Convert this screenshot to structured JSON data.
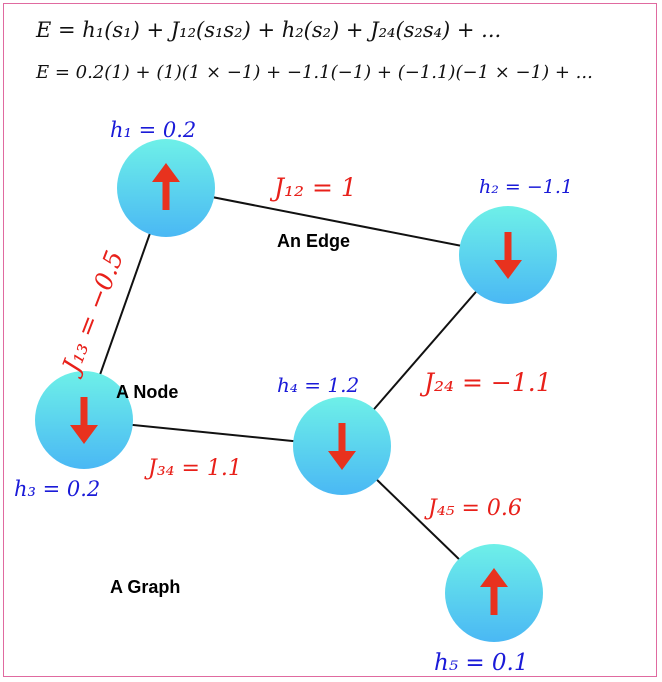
{
  "equations": {
    "line1": "E = h₁(s₁) + J₁₂(s₁s₂) + h₂(s₂) + J₂₄(s₂s₄) + ...",
    "line2": "E = 0.2(1) + (1)(1 × −1) + −1.1(−1) + (−1.1)(−1 × −1) + ..."
  },
  "annotations": {
    "edge": "An Edge",
    "node": "A Node",
    "graph": "A Graph"
  },
  "colors": {
    "node_fill_top": "#6ef0e8",
    "node_fill_bottom": "#4ab8f4",
    "arrow": "#e8321e",
    "field_label": "#1a1ad8",
    "coupling_label": "#e8201a",
    "edge_line": "#111111",
    "frame": "#e06aa0"
  },
  "nodes": [
    {
      "id": "s1",
      "spin": "up",
      "field_label": "h₁ = 0.2"
    },
    {
      "id": "s2",
      "spin": "down",
      "field_label": "h₂ = −1.1"
    },
    {
      "id": "s3",
      "spin": "down",
      "field_label": "h₃ = 0.2"
    },
    {
      "id": "s4",
      "spin": "down",
      "field_label": "h₄ = 1.2"
    },
    {
      "id": "s5",
      "spin": "up",
      "field_label": "h₅ = 0.1"
    }
  ],
  "edges": [
    {
      "id": "e12",
      "from": "s1",
      "to": "s2",
      "label": "J₁₂ = 1"
    },
    {
      "id": "e13",
      "from": "s1",
      "to": "s3",
      "label": "J₁₃ = −0.5"
    },
    {
      "id": "e34",
      "from": "s3",
      "to": "s4",
      "label": "J₃₄ = 1.1"
    },
    {
      "id": "e24",
      "from": "s2",
      "to": "s4",
      "label": "J₂₄ = −1.1"
    },
    {
      "id": "e45",
      "from": "s4",
      "to": "s5",
      "label": "J₄₅ = 0.6"
    }
  ]
}
